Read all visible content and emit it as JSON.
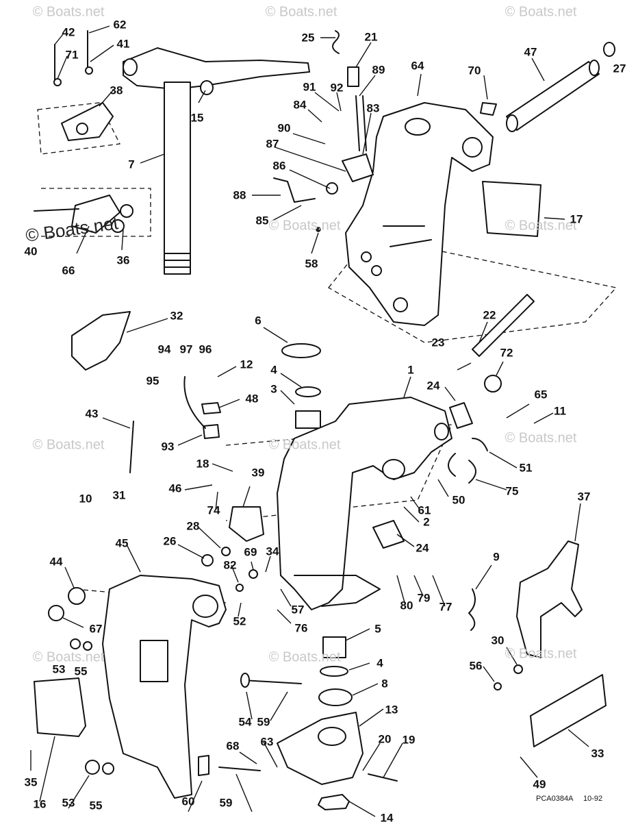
{
  "watermark": "© Boats.net",
  "drawing_code": "PCA0384A",
  "drawing_date": "10-92",
  "callouts": [
    "1",
    "2",
    "3",
    "4",
    "5",
    "6",
    "7",
    "8",
    "9",
    "10",
    "11",
    "12",
    "13",
    "14",
    "15",
    "16",
    "17",
    "18",
    "19",
    "20",
    "21",
    "22",
    "23",
    "24",
    "25",
    "26",
    "27",
    "28",
    "30",
    "31",
    "32",
    "33",
    "34",
    "35",
    "36",
    "37",
    "38",
    "39",
    "40",
    "41",
    "42",
    "43",
    "44",
    "45",
    "46",
    "47",
    "48",
    "49",
    "50",
    "51",
    "52",
    "53",
    "54",
    "55",
    "56",
    "57",
    "58",
    "59",
    "60",
    "61",
    "62",
    "63",
    "64",
    "65",
    "66",
    "67",
    "68",
    "69",
    "70",
    "71",
    "72",
    "74",
    "75",
    "76",
    "77",
    "79",
    "80",
    "82",
    "83",
    "84",
    "85",
    "86",
    "87",
    "88",
    "89",
    "90",
    "91",
    "92",
    "93",
    "94",
    "95",
    "96",
    "97"
  ]
}
